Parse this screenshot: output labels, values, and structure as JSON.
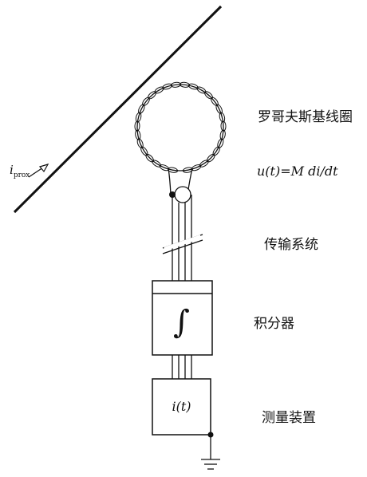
{
  "labels": {
    "coil": "罗哥夫斯基线圈",
    "formula": "u(t)=M di/dt",
    "transmission": "传输系统",
    "integrator": "积分器",
    "measurement": "测量装置"
  },
  "current": {
    "symbol": "i",
    "subscript": "prox"
  },
  "boxes": {
    "integrator_symbol": "∫",
    "measurement_symbol": "i(t)"
  }
}
